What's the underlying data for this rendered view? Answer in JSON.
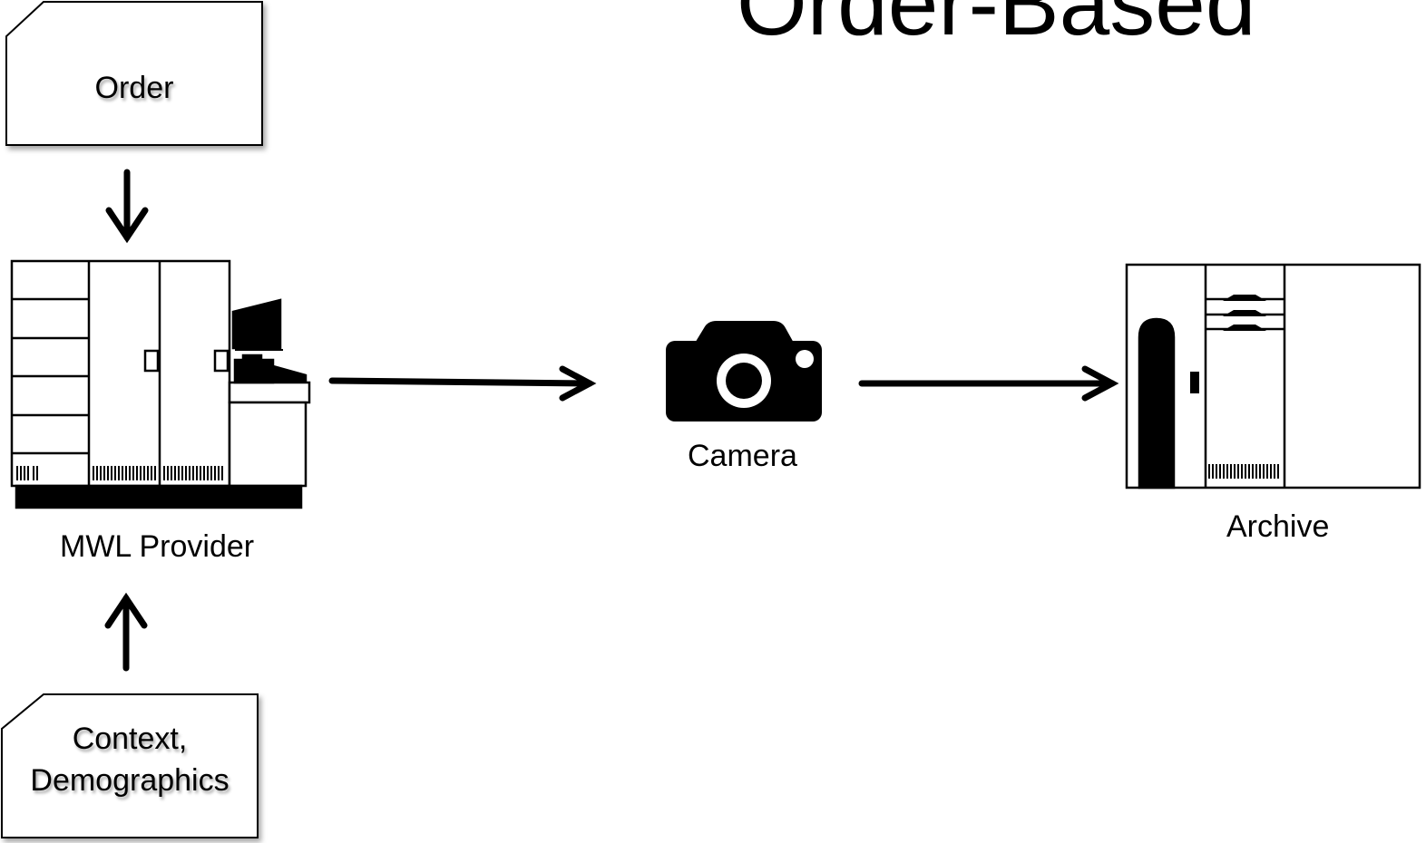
{
  "title": "Order-Based",
  "nodes": {
    "order": {
      "label": "Order"
    },
    "context": {
      "label_line1": "Context,",
      "label_line2": "Demographics"
    },
    "mwl_provider": {
      "label": "MWL Provider",
      "icon": "server-cabinet-icon"
    },
    "camera": {
      "label": "Camera",
      "icon": "camera-icon"
    },
    "archive": {
      "label": "Archive",
      "icon": "storage-archive-icon"
    }
  },
  "edges": [
    {
      "from": "Order",
      "to": "MWL Provider"
    },
    {
      "from": "Context, Demographics",
      "to": "MWL Provider"
    },
    {
      "from": "MWL Provider",
      "to": "Camera"
    },
    {
      "from": "Camera",
      "to": "Archive"
    }
  ]
}
